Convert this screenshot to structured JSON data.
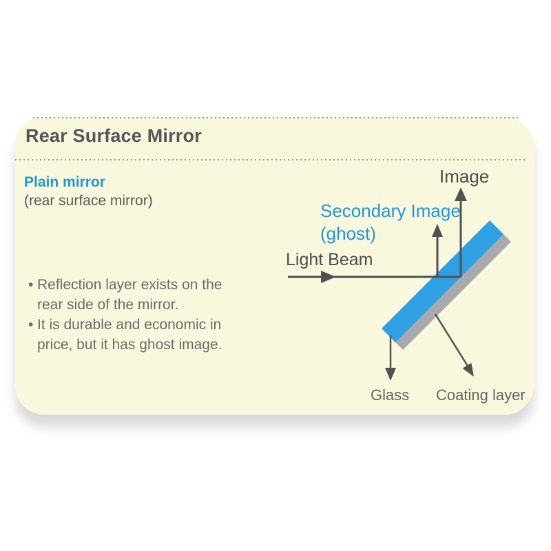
{
  "card": {
    "title": "Rear Surface Mirror",
    "subtitle_primary": "Plain mirror",
    "subtitle_secondary": "(rear surface mirror)",
    "bullets": [
      "Reflection layer exists on the rear side of the mirror.",
      "It is durable and economic in price, but it has ghost image."
    ]
  },
  "diagram": {
    "labels": {
      "image": "Image",
      "secondary_image_line1": "Secondary Image",
      "secondary_image_line2": "(ghost)",
      "light_beam": "Light Beam",
      "glass": "Glass",
      "coating_layer": "Coating layer"
    },
    "colors": {
      "glass_blue": "#2ea0e4",
      "coating_gray": "#a8aaad",
      "arrow_gray": "#505154",
      "accent_blue": "#1f96db",
      "card_background": "#faf8dc",
      "title_gray": "#55565a",
      "body_text_gray": "#6a6b6e"
    }
  }
}
